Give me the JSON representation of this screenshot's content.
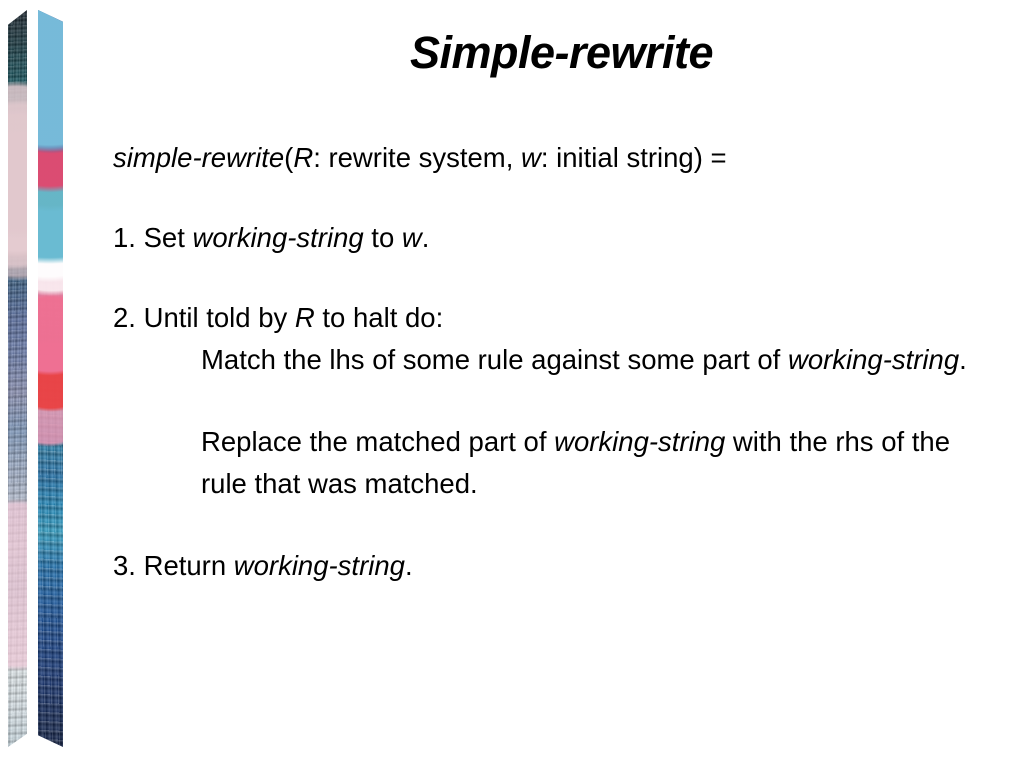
{
  "slide": {
    "title": "Simple-rewrite",
    "background_color": "#ffffff",
    "text_color": "#000000",
    "decoration": {
      "type": "photo-mosaic-strips",
      "count": 2,
      "strip_a_name": "teal-plum-lavender-mosaic-strip",
      "strip_b_name": "floral-blue-teal-mosaic-strip",
      "accent_colors": [
        "#17202a",
        "#4a1f2c",
        "#2f97b8",
        "#0b1b41",
        "#e6eef1"
      ]
    },
    "signature": {
      "prefix_italic": "simple-rewrite",
      "open_paren": "(",
      "param1": "R",
      "param1_desc": ": rewrite system, ",
      "param2": "w",
      "param2_desc": ": initial string) ="
    },
    "steps": [
      {
        "number": "1. ",
        "text_a": "Set ",
        "italic_a": "working-string",
        "text_b": " to ",
        "italic_b": "w",
        "text_c": "."
      },
      {
        "number": "2. ",
        "text_a": "Until told by ",
        "italic_a": "R",
        "text_b": " to halt do:",
        "italic_b": "",
        "text_c": ""
      },
      {
        "number": "3. ",
        "text_a": "Return ",
        "italic_a": "working-string",
        "text_b": ".",
        "italic_b": "",
        "text_c": ""
      }
    ],
    "substeps": [
      {
        "text_a": "Match the lhs of some rule against some part of ",
        "italic_a": "working-string",
        "text_b": "."
      },
      {
        "text_a": "Replace the matched part of ",
        "italic_a": "working-string",
        "text_b": " with the rhs of the rule that was matched."
      }
    ]
  }
}
